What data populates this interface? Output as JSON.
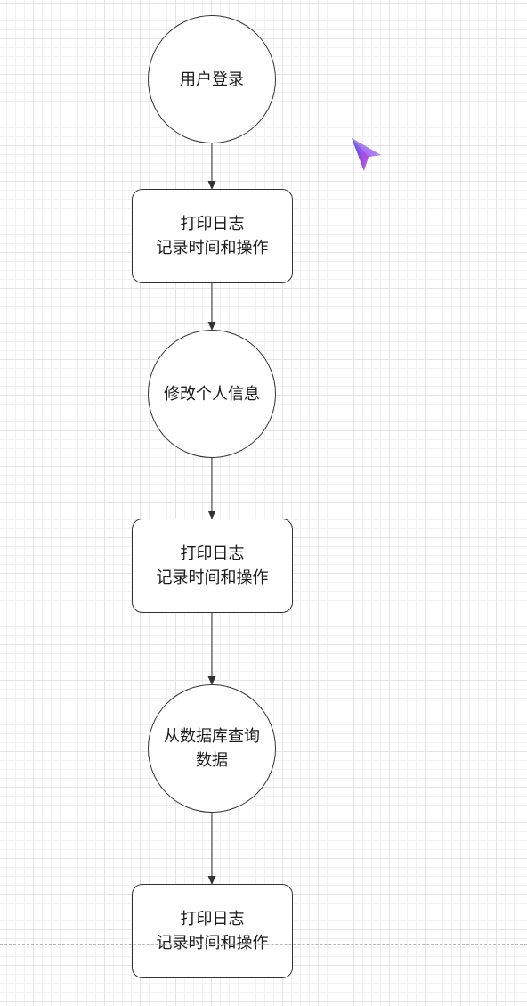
{
  "diagram": {
    "nodes": [
      {
        "id": "n1",
        "shape": "circle",
        "label": "用户登录"
      },
      {
        "id": "n2",
        "shape": "rounded-rect",
        "label": "打印日志\n记录时间和操作"
      },
      {
        "id": "n3",
        "shape": "circle",
        "label": "修改个人信息"
      },
      {
        "id": "n4",
        "shape": "rounded-rect",
        "label": "打印日志\n记录时间和操作"
      },
      {
        "id": "n5",
        "shape": "circle",
        "label": "从数据库查询\n数据"
      },
      {
        "id": "n6",
        "shape": "rounded-rect",
        "label": "打印日志\n记录时间和操作"
      }
    ],
    "edges": [
      {
        "from": "n1",
        "to": "n2"
      },
      {
        "from": "n2",
        "to": "n3"
      },
      {
        "from": "n3",
        "to": "n4"
      },
      {
        "from": "n4",
        "to": "n5"
      },
      {
        "from": "n5",
        "to": "n6"
      }
    ]
  },
  "icons": {
    "floating_cursor": "ai-assistant-cursor-icon"
  },
  "colors": {
    "stroke": "#333333",
    "text": "#1a1a1a",
    "grid": "#e3e3e3",
    "cursor_gradient": [
      "#5b6cf0",
      "#b44be0",
      "#5ec8f2"
    ]
  }
}
